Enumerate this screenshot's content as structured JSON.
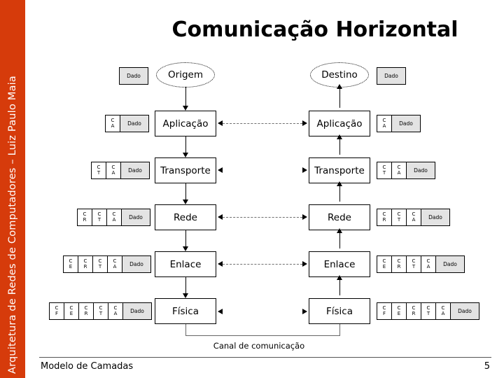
{
  "slide": {
    "title": "Comunicação Horizontal",
    "sidebar_text": "Arquitetura de Redes de Computadores – Luiz Paulo Maia",
    "sidebar_color": "#D63B0B",
    "footer_left": "Modelo de Camadas",
    "page_number": "5"
  },
  "diagram": {
    "source_node": "Origem",
    "destination_node": "Destino",
    "channel_label": "Canal de comunicação",
    "layers": [
      {
        "name": "Aplicação"
      },
      {
        "name": "Transporte"
      },
      {
        "name": "Rede"
      },
      {
        "name": "Enlace"
      },
      {
        "name": "Física"
      }
    ]
  },
  "pdus": {
    "data_label": "Dado",
    "left": [
      {
        "headers": [],
        "data": "Dado"
      },
      {
        "headers": [
          [
            "C",
            "A"
          ]
        ],
        "data": "Dado"
      },
      {
        "headers": [
          [
            "C",
            "T"
          ],
          [
            "C",
            "A"
          ]
        ],
        "data": "Dado"
      },
      {
        "headers": [
          [
            "C",
            "R"
          ],
          [
            "C",
            "T"
          ],
          [
            "C",
            "A"
          ]
        ],
        "data": "Dado"
      },
      {
        "headers": [
          [
            "C",
            "E"
          ],
          [
            "C",
            "R"
          ],
          [
            "C",
            "T"
          ],
          [
            "C",
            "A"
          ]
        ],
        "data": "Dado"
      },
      {
        "headers": [
          [
            "C",
            "F"
          ],
          [
            "C",
            "E"
          ],
          [
            "C",
            "R"
          ],
          [
            "C",
            "T"
          ],
          [
            "C",
            "A"
          ]
        ],
        "data": "Dado"
      }
    ],
    "right": [
      {
        "headers": [],
        "data": "Dado"
      },
      {
        "headers": [
          [
            "C",
            "A"
          ]
        ],
        "data": "Dado"
      },
      {
        "headers": [
          [
            "C",
            "T"
          ],
          [
            "C",
            "A"
          ]
        ],
        "data": "Dado"
      },
      {
        "headers": [
          [
            "C",
            "R"
          ],
          [
            "C",
            "T"
          ],
          [
            "C",
            "A"
          ]
        ],
        "data": "Dado"
      },
      {
        "headers": [
          [
            "C",
            "E"
          ],
          [
            "C",
            "R"
          ],
          [
            "C",
            "T"
          ],
          [
            "C",
            "A"
          ]
        ],
        "data": "Dado"
      },
      {
        "headers": [
          [
            "C",
            "F"
          ],
          [
            "C",
            "E"
          ],
          [
            "C",
            "R"
          ],
          [
            "C",
            "T"
          ],
          [
            "C",
            "A"
          ]
        ],
        "data": "Dado"
      }
    ]
  }
}
